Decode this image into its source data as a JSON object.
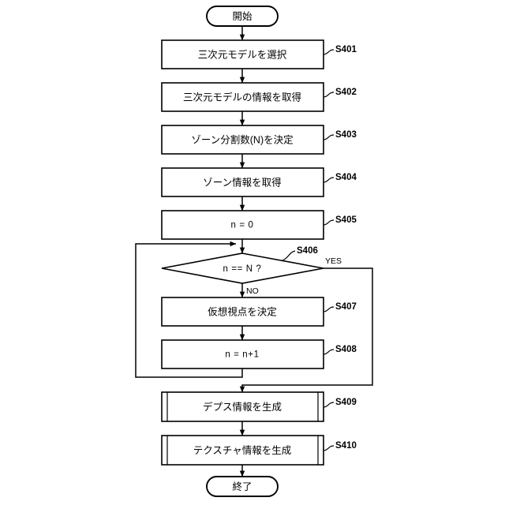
{
  "diagram": {
    "type": "flowchart",
    "title": "",
    "language": "ja",
    "orientation": "top-to-bottom"
  },
  "terminators": {
    "start": "開始",
    "end": "終了"
  },
  "steps": [
    {
      "id": "S401",
      "label": "三次元モデルを選択",
      "shape": "process"
    },
    {
      "id": "S402",
      "label": "三次元モデルの情報を取得",
      "shape": "process"
    },
    {
      "id": "S403",
      "label": "ゾーン分割数(N)を決定",
      "shape": "process"
    },
    {
      "id": "S404",
      "label": "ゾーン情報を取得",
      "shape": "process"
    },
    {
      "id": "S405",
      "label": "n = 0",
      "shape": "process"
    },
    {
      "id": "S406",
      "label": "n == N ?",
      "shape": "decision"
    },
    {
      "id": "S407",
      "label": "仮想視点を決定",
      "shape": "process"
    },
    {
      "id": "S408",
      "label": "n = n+1",
      "shape": "process"
    },
    {
      "id": "S409",
      "label": "デプス情報を生成",
      "shape": "predefined-process"
    },
    {
      "id": "S410",
      "label": "テクスチャ情報を生成",
      "shape": "predefined-process"
    }
  ],
  "branches": {
    "yes": "YES",
    "no": "NO"
  },
  "colors": {
    "stroke": "#000000",
    "fill": "#ffffff",
    "background": "#ffffff"
  }
}
